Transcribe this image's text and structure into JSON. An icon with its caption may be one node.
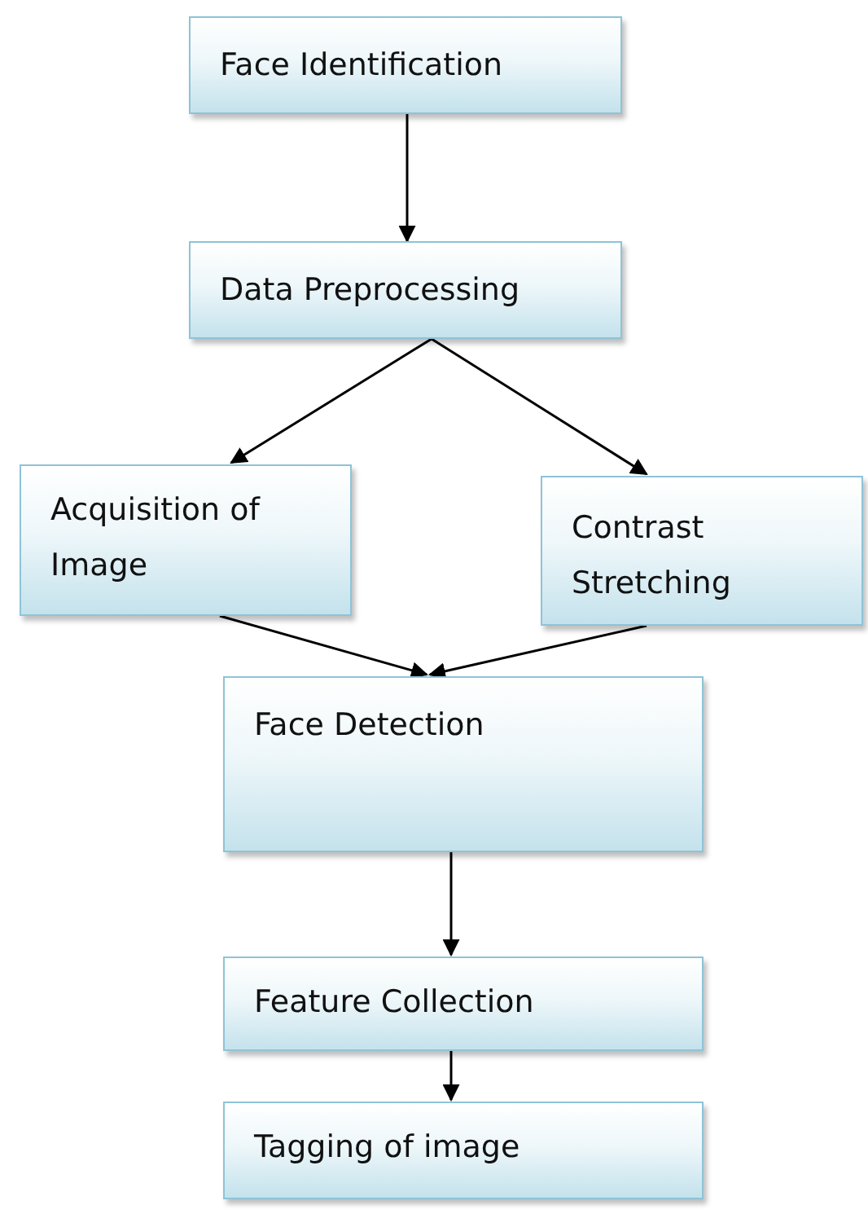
{
  "diagram": {
    "nodes": [
      {
        "text": [
          "Face Identification"
        ]
      },
      {
        "text": [
          "Data Preprocessing"
        ]
      },
      {
        "text": [
          "Acquisition of Image"
        ]
      },
      {
        "text": [
          "Contrast Stretching"
        ]
      },
      {
        "text": [
          "Face Detection"
        ]
      },
      {
        "text": [
          "Feature Collection"
        ]
      },
      {
        "text": [
          "Tagging of image"
        ]
      }
    ],
    "edges": [
      {
        "from": 0,
        "to": 1,
        "arrow": "to"
      },
      {
        "from": 1,
        "to": 2,
        "arrow": "to"
      },
      {
        "from": 1,
        "to": 3,
        "arrow": "to"
      },
      {
        "from": 2,
        "to": 4,
        "arrow": "to"
      },
      {
        "from": 3,
        "to": 4,
        "arrow": "to"
      },
      {
        "from": 4,
        "to": 5,
        "arrow": "to"
      },
      {
        "from": 5,
        "to": 6,
        "arrow": "to"
      }
    ]
  }
}
